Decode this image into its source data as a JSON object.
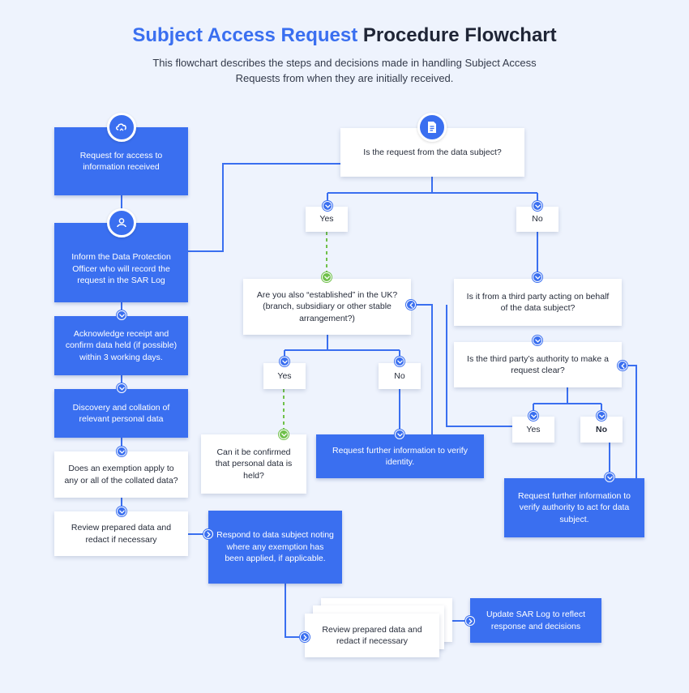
{
  "header": {
    "title_accent": "Subject Access Request",
    "title_rest": "Procedure Flowchart",
    "subtitle": "This flowchart describes the steps and decisions made in handling Subject Access Requests from when they are initially received."
  },
  "colors": {
    "primary": "#3a6ff0",
    "background": "#eef3fd",
    "yes_connector": "#6fc04a"
  },
  "icons": {
    "start": "cloud-sync-icon",
    "dpo": "user-sync-icon",
    "question": "document-icon"
  },
  "nodes": {
    "request_received": "Request for access to information received",
    "inform_dpo": "Inform the Data Protection Officer who will record the request in the SAR Log",
    "acknowledge": "Acknowledge receipt and confirm data held (if possible) within 3 working days.",
    "discovery": "Discovery and collation of relevant personal data",
    "exemption_question": "Does an exemption apply to any or all of the collated data?",
    "review_redact": "Review prepared data and redact if necessary",
    "respond": "Respond to data subject noting where any exemption has been applied, if applicable.",
    "review_redact_2": "Review prepared data and redact if necessary",
    "update_log": "Update SAR Log to reflect response and decisions",
    "from_data_subject": "Is the request from the data subject?",
    "yes_1": "Yes",
    "no_1": "No",
    "established_uk": "Are you also “established” in the UK? (branch, subsidiary or other stable arrangement?)",
    "yes_2": "Yes",
    "no_2": "No",
    "confirm_personal_data": "Can it be confirmed that personal data is held?",
    "request_identity": "Request further information to verify identity.",
    "third_party": "Is it from a third party acting on behalf of the data subject?",
    "authority_clear": "Is the third party’s authority to make a request clear?",
    "yes_3": "Yes",
    "no_3": "No",
    "request_authority": "Request further information to verify authority to act for data subject."
  }
}
